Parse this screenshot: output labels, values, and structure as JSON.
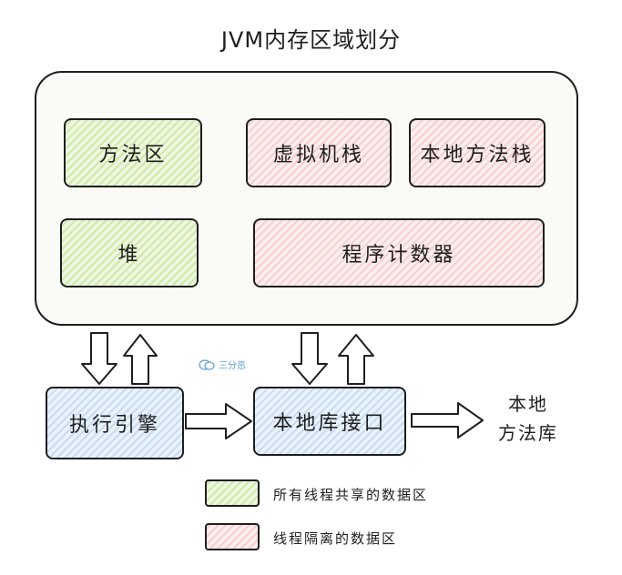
{
  "title": "JVM内存区域划分",
  "areas": {
    "method_area": "方法区",
    "vm_stack": "虚拟机栈",
    "native_method_stack": "本地方法栈",
    "heap": "堆",
    "pc_register": "程序计数器"
  },
  "bottom": {
    "execution_engine": "执行引擎",
    "native_interface": "本地库接口",
    "native_library": "本地方法库"
  },
  "legend": {
    "shared": "所有线程共享的数据区",
    "isolated": "线程隔离的数据区"
  },
  "watermark": "三分恶",
  "colors": {
    "shared": "#cfe9a8",
    "isolated": "#f6cfcf",
    "interface": "#c6dcf3"
  }
}
